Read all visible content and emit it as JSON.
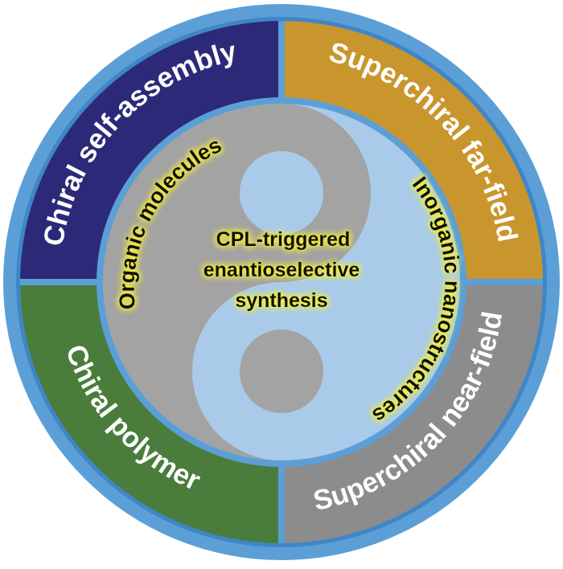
{
  "quadrants": {
    "top_left": {
      "label": "Chiral self-assembly",
      "color": "#2c2a78"
    },
    "top_right": {
      "label": "Superchiral far-field",
      "color": "#c9962e"
    },
    "bottom_left": {
      "label": "Chiral polymer",
      "color": "#4a7d3c"
    },
    "bottom_right": {
      "label": "Superchiral near-field",
      "color": "#8c8c8c"
    }
  },
  "inner": {
    "left_label": "Organic molecules",
    "right_label": "Inorganic nanostructures",
    "center_lines": [
      "CPL-triggered",
      "enantioselective",
      "synthesis"
    ]
  },
  "colors": {
    "outer_ring": "#5b9fd6",
    "light_blue": "#a9cbe9",
    "gray": "#a3a3a3",
    "glow": "#f5f03a"
  }
}
